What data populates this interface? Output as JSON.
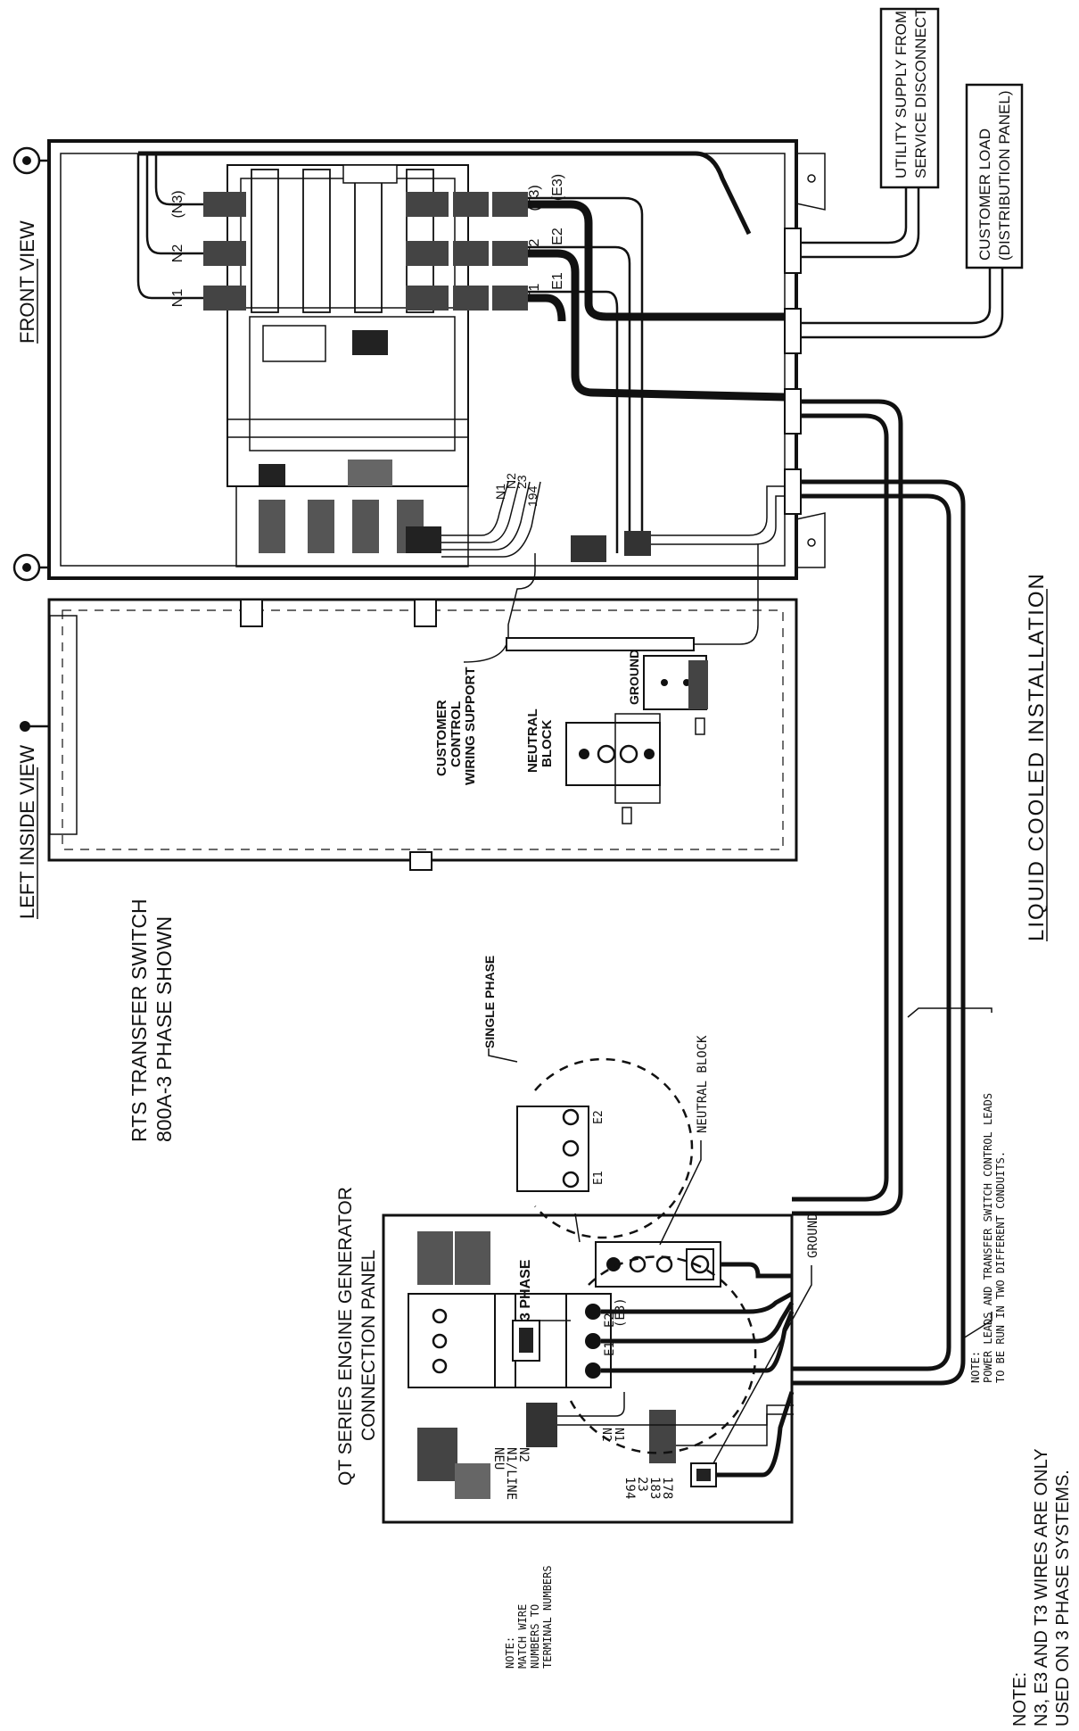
{
  "labels": {
    "utility_supply": [
      "UTILITY SUPPLY FROM",
      "SERVICE DISCONNECT"
    ],
    "customer_load": [
      "CUSTOMER LOAD",
      "(DISTRIBUTION PANEL)"
    ],
    "front_view": "FRONT VIEW",
    "left_inside_view": "LEFT INSIDE VIEW",
    "rts_switch": [
      "RTS TRANSFER SWITCH",
      "800A-3 PHASE SHOWN"
    ],
    "liquid_cooled": "LIQUID COOLED INSTALLATION",
    "customer_control": [
      "CUSTOMER",
      "CONTROL",
      "WIRING SUPPORT"
    ],
    "neutral_block_switch": [
      "NEUTRAL",
      "BLOCK"
    ],
    "ground_switch": "GROUND",
    "single_phase": "SINGLE PHASE",
    "three_phase": "3 PHASE",
    "neutral_block_gen": "NEUTRAL BLOCK",
    "ground_gen": "GROUND",
    "qt_panel": [
      "QT SERIES ENGINE GENERATOR",
      "CONNECTION PANEL"
    ],
    "note_match": [
      "NOTE:",
      "MATCH WIRE",
      "NUMBERS TO",
      "TERMINAL NUMBERS"
    ],
    "note_power": [
      "NOTE:",
      "POWER LEADS AND TRANSFER SWITCH CONTROL LEADS",
      "TO BE RUN IN TWO DIFFERENT CONDUITS."
    ],
    "note_n3": [
      "NOTE:",
      "N3, E3 AND T3 WIRES ARE ONLY",
      "USED ON 3 PHASE SYSTEMS."
    ]
  },
  "wires": {
    "normal": [
      "(N3)",
      "N2",
      "N1"
    ],
    "load": [
      "(T3)",
      "T2",
      "T1"
    ],
    "emergency": [
      "(E3)",
      "E2",
      "E1"
    ],
    "control": [
      "N1",
      "N2",
      "23",
      "194"
    ]
  },
  "gen_terminals": {
    "line": [
      "N2",
      "N1/LINE",
      "NEU"
    ],
    "control": [
      "194",
      "23",
      "183",
      "178"
    ],
    "phase": [
      "E1",
      "E2",
      "(E3)"
    ],
    "single": [
      "E1",
      "E2"
    ],
    "run_labels": [
      "N1",
      "N2",
      "23",
      "194"
    ]
  }
}
